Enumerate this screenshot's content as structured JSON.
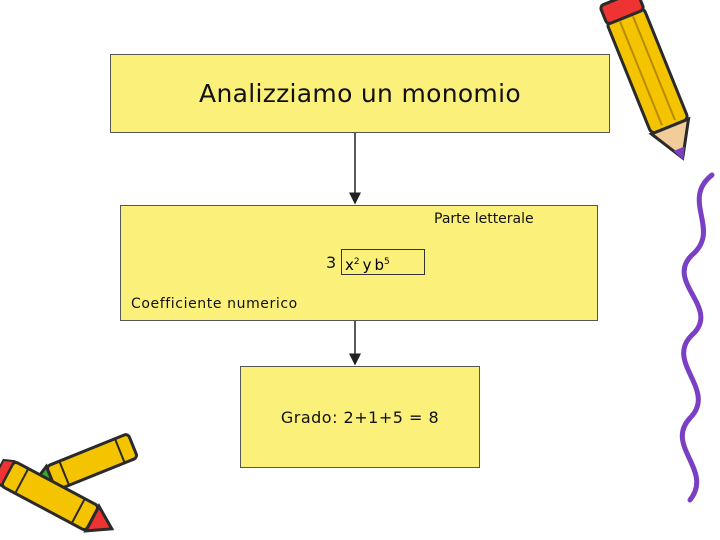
{
  "title": "Analizziamo un monomio",
  "labels": {
    "literal_part": "Parte letterale",
    "coefficient": "Coefficiente numerico"
  },
  "monomial": {
    "coefficient": "3",
    "var1": "x",
    "exp1": "2",
    "var2": "y",
    "var3": "b",
    "exp3": "5"
  },
  "grade": "Grado: 2+1+5 = 8",
  "colors": {
    "box_fill": "#fbf07a",
    "border": "#555555",
    "arrow": "#222222"
  },
  "decorations": [
    "pencil-icon",
    "crayon-icon"
  ]
}
